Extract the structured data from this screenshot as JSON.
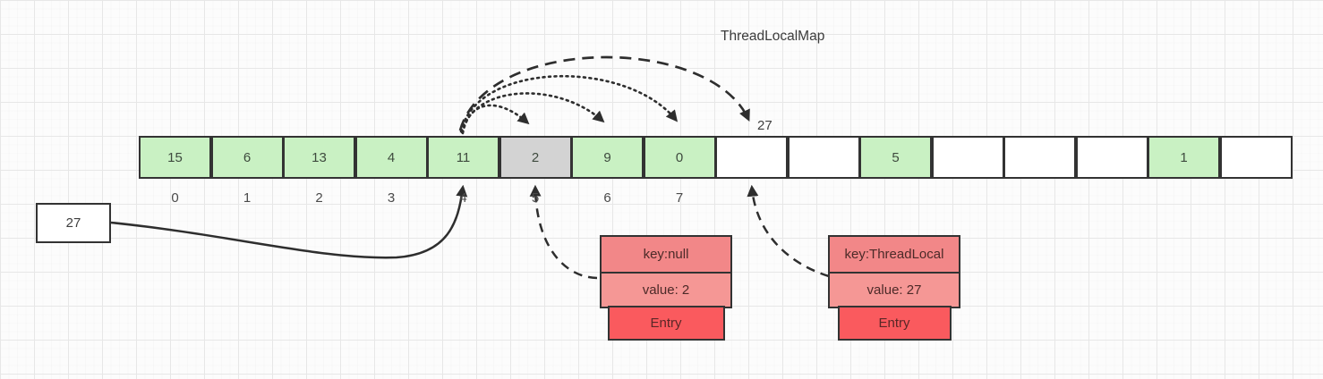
{
  "title": "ThreadLocalMap",
  "colors": {
    "border": "#333333",
    "arrow": "#2e2e2e",
    "green": "#c9f1c3",
    "gray": "#d3d3d3",
    "white": "#ffffff",
    "salmon": "#f28788",
    "salmon2": "#f59795",
    "red": "#fa5a5e"
  },
  "array": {
    "cells": [
      {
        "value": "15",
        "color": "green"
      },
      {
        "value": "6",
        "color": "green"
      },
      {
        "value": "13",
        "color": "green"
      },
      {
        "value": "4",
        "color": "green"
      },
      {
        "value": "11",
        "color": "green"
      },
      {
        "value": "2",
        "color": "gray"
      },
      {
        "value": "9",
        "color": "green"
      },
      {
        "value": "0",
        "color": "green"
      },
      {
        "value": "",
        "color": "white"
      },
      {
        "value": "",
        "color": "white"
      },
      {
        "value": "5",
        "color": "green"
      },
      {
        "value": "",
        "color": "white"
      },
      {
        "value": "",
        "color": "white"
      },
      {
        "value": "",
        "color": "white"
      },
      {
        "value": "1",
        "color": "green"
      },
      {
        "value": "",
        "color": "white"
      }
    ],
    "index_labels": [
      "0",
      "1",
      "2",
      "3",
      "4",
      "5",
      "6",
      "7"
    ]
  },
  "probe_label": "27",
  "external_box": {
    "value": "27"
  },
  "entries": [
    {
      "key": "key:null",
      "value": "value: 2",
      "footer": "Entry"
    },
    {
      "key": "key:ThreadLocal",
      "value": "value: 27",
      "footer": "Entry"
    }
  ]
}
